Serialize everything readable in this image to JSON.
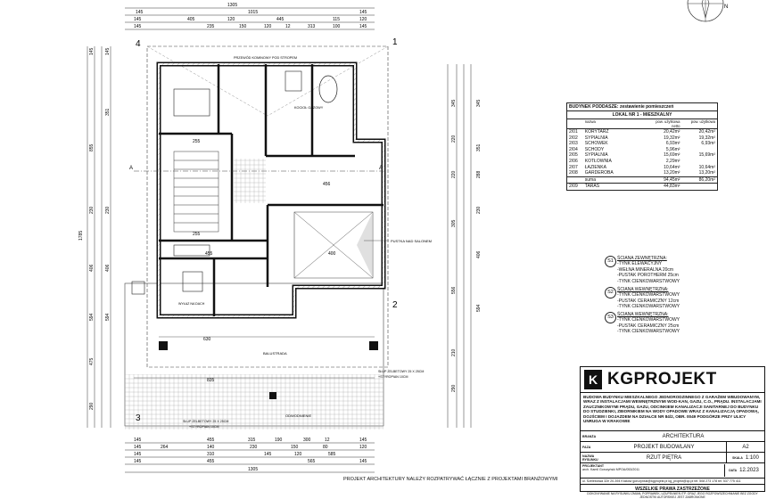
{
  "dimensions": {
    "top_total": "1305",
    "top_row2": [
      "145",
      "1015",
      "145"
    ],
    "top_row3": [
      "145",
      "405",
      "120",
      "445",
      "115",
      "120"
    ],
    "top_row4": [
      "145",
      "235",
      "150",
      "120",
      "12",
      "313",
      "100",
      "145"
    ],
    "bottom_total": "1305",
    "bottom_row1": [
      "145",
      "455",
      "315",
      "190",
      "300",
      "12",
      "145"
    ],
    "bottom_row2": [
      "145",
      "264",
      "140",
      "230",
      "150",
      "80",
      "120"
    ],
    "bottom_row3": [
      "145",
      "310",
      "145",
      "120",
      "585"
    ],
    "bottom_row4": [
      "145",
      "455",
      "565",
      "145"
    ],
    "left_total": "1785",
    "left_outer": [
      "145",
      "855",
      "230",
      "406",
      "594",
      "475",
      "290"
    ],
    "left_inner": [
      "145",
      "351",
      "230",
      "406",
      "594"
    ],
    "right_outer": [
      "345",
      "220",
      "220",
      "305",
      "556",
      "210",
      "290"
    ],
    "right_inner": [
      "345",
      "351",
      "288",
      "230",
      "406",
      "594"
    ],
    "plan_inner": [
      "630",
      "835",
      "456",
      "400",
      "455",
      "255",
      "255"
    ]
  },
  "axes": {
    "a1": "1",
    "a2": "2",
    "a3": "3",
    "a4": "4",
    "section_left": "A",
    "section_right": "A"
  },
  "north": "N",
  "annotations": {
    "chimney": "PRZEWÓD KOMINOWY POD STROPEM",
    "boiler": "KOCIOŁ GAZOWY",
    "void": "PUSTKA NAD SALONEM",
    "balustrade": "BALUSTRADA",
    "gutter": "ODWODNIENIE",
    "column1": [
      "SŁUP ŻELBETOWY 25 X 25CM",
      "+STYROPIAN 10CM"
    ],
    "column2": [
      "SŁUP ŻELBETOWY 25 X 25CM",
      "+STYROPIAN 10CM"
    ],
    "hatch": "WYŁAZ NA DACH"
  },
  "room_table": {
    "title": "BUDYNEK PODDASZE: zestawienie pomieszczeń",
    "subtitle": "LOKAL NR 1 - MIESZKALNY",
    "col_name": "nazwa",
    "col_area": "pow. użytkowa netto",
    "col_area2": "pow. użytkowa",
    "rows": [
      {
        "no": "2/01",
        "name": "KORYTARZ",
        "a1": "20,42m²",
        "a2": "20,42m²"
      },
      {
        "no": "2/02",
        "name": "SYPIALNIA",
        "a1": "19,32m²",
        "a2": "19,32m²"
      },
      {
        "no": "2/03",
        "name": "SCHOWEK",
        "a1": "6,93m²",
        "a2": "6,93m²"
      },
      {
        "no": "2/04",
        "name": "SCHODY",
        "a1": "5,96m²",
        "a2": ""
      },
      {
        "no": "2/05",
        "name": "SYPIALNIA",
        "a1": "15,69m²",
        "a2": "15,69m²"
      },
      {
        "no": "2/06",
        "name": "KOTŁOWNIA",
        "a1": "2,29m²",
        "a2": ""
      },
      {
        "no": "2/07",
        "name": "ŁAZIENKA",
        "a1": "10,64m²",
        "a2": "10,64m²"
      },
      {
        "no": "2/08",
        "name": "GARDEROBA",
        "a1": "13,20m²",
        "a2": "13,20m²"
      }
    ],
    "sum_label": "suma",
    "sum_a1": "94,45m²",
    "sum_a2": "86,20m²",
    "extra_no": "2/09",
    "extra_name": "TARAS",
    "extra_a1": "44,83m²"
  },
  "walls": [
    {
      "id": "S1",
      "title": "ŚCIANA ZEWNĘTRZNA:",
      "lines": [
        "-TYNK ELEWACYJNY",
        "-WEŁNA MINERALNA 20cm",
        "-PUSTAK POROTHERM 25cm",
        "-TYNK CIENKOWARSTWOWY"
      ]
    },
    {
      "id": "S2",
      "title": "ŚCIANA WEWNĘTRZNA:",
      "lines": [
        "-TYNK CIENKOWARSTWOWY",
        "-PUSTAK CERAMICZNY 12cm",
        "-TYNK CIENKOWARSTWOWY"
      ]
    },
    {
      "id": "S3",
      "title": "ŚCIANA WEWNĘTRZNA:",
      "lines": [
        "-TYNK CIENKOWARSTWOWY",
        "-PUSTAK CERAMICZNY 25cm",
        "-TYNK CIENKOWARSTWOWY"
      ]
    }
  ],
  "title_block": {
    "logo_letter": "K",
    "logo_text": "KGPROJEKT",
    "description": "BUDOWA BUDYNKU MIESZKALNEGO JEDNORODZINNEGO Z GARAŻEM WBUDOWANYM, WRAZ Z INSTALACJAMI WEWNĘTRZNYMI WOD-KAN, GAZU, C.O., PRĄDU. INSTALACJAMI ZAUCZNIKOWYMI PRĄDU, GAZU, ODCINKIEM KANALIZACJI SANITARNEJ DO BUDYNKU DO STUDZIENKI, ZBIORNIKIEM NA WODY OPADOWE WRAZ Z KANALIZACJĄ OPADOWĄ, DOJŚCIEM I DOJAZDEM NA DZIAŁCE NR 84/2, OBR. 0049 PODGÓRZE PRZY ULICY UNRUGA W KRAKOWIE",
    "branch_label": "BRANŻA",
    "branch": "ARCHITEKTURA",
    "phase_label": "FAZA",
    "phase": "PROJEKT BUDOWLANY",
    "drawing_label": "NAZWA RYSUNKU",
    "drawing": "RZUT PIĘTRA",
    "sheet": "A2",
    "scale": "1:100",
    "date": "12.2023",
    "scale_label": "SKALA",
    "date_label": "DATA",
    "author_label": "PROJEKTANT",
    "author": "arch. Kamil Gorczyński MPOA/053/2011",
    "address": "ul. Szelestowa 32e 20-394 Kraków  gorczynski@kgprojekt.pl  kg_projekt@op.pl  tel: 508 273 178  tel: 537 775 411",
    "rights": "WSZELKIE PRAWA ZASTRZEŻONE",
    "rights_sub": "DOKONYWANIE NA RYSUNKU ZMIAN, POPRAWEK, UZUPEŁNIEŃ ITP. ORAZ JEGO ROZPOWSZECHNIANIE BEZ ZGODY JEDNOSTKI AUTORSKIEJ JEST ZABRONIONE"
  },
  "footer": "PROJEKT ARCHITEKTURY NALEŻY ROZPATRYWAĆ ŁĄCZNIE Z PROJEKTAMI BRANŻOWYMI"
}
